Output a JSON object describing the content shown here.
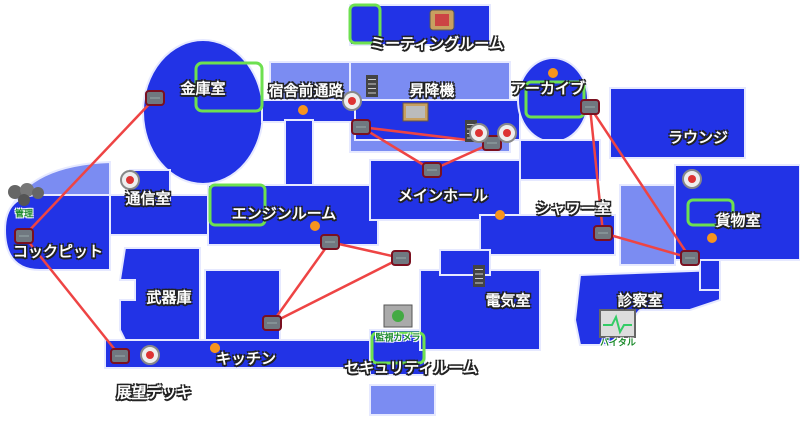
{
  "rooms": {
    "meeting": "ミーティングルーム",
    "vault": "金庫室",
    "quarters": "宿舎前通路",
    "elevator": "昇降機",
    "records": "アーカイブ",
    "lounge": "ラウンジ",
    "comms": "通信室",
    "main_hall": "メインホール",
    "engine": "エンジンルーム",
    "showers": "シャワー室",
    "cargo": "貨物室",
    "cockpit": "コックピット",
    "armory": "武器庫",
    "electrical": "電気室",
    "medical": "診察室",
    "kitchen": "キッチン",
    "security": "セキュリティルーム",
    "viewing_deck": "展望デッキ"
  },
  "consoles": {
    "admin": "管理",
    "cameras": "監視カメラ",
    "vitals": "バイタル"
  },
  "colors": {
    "floor": "#2233e6",
    "floor_light": "#7b8cf2",
    "vent_line": "#ee4444",
    "room_outline": "#6ee050",
    "task_dot": "#f7941d"
  }
}
